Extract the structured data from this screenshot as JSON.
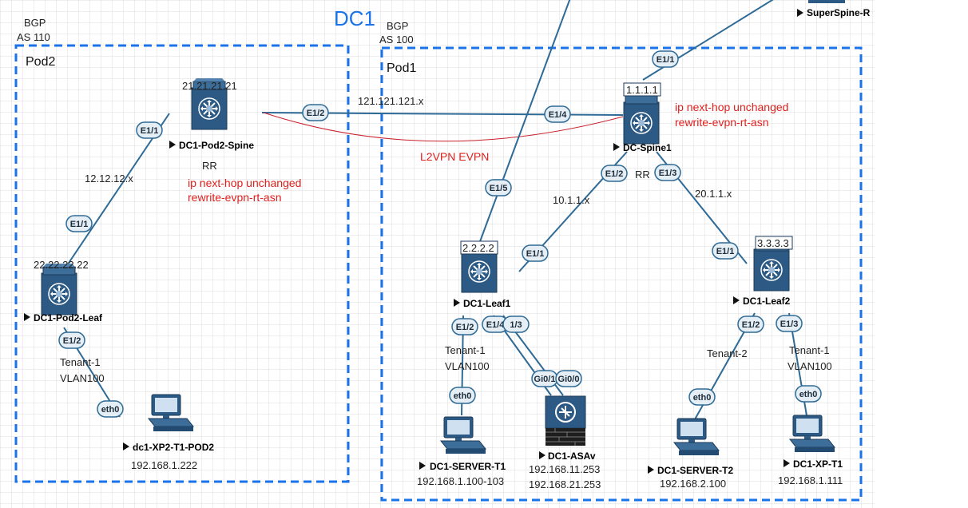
{
  "diagram": {
    "dc_title": "DC1",
    "pod2": {
      "title": "Pod2",
      "bgp_line1": "BGP",
      "bgp_line2": "AS 110"
    },
    "pod1": {
      "title": "Pod1",
      "bgp_line1": "BGP",
      "bgp_line2": "AS 100"
    },
    "devices": {
      "pod2_spine": {
        "name": "DC1-Pod2-Spine",
        "loopback": "21.21.21.21",
        "role": "RR"
      },
      "pod2_leaf": {
        "name": "DC1-Pod2-Leaf",
        "loopback": "22.22.22.22"
      },
      "spine1": {
        "name": "DC-Spine1",
        "loopback": "1.1.1.1",
        "role": "RR"
      },
      "leaf1": {
        "name": "DC1-Leaf1",
        "loopback": "2.2.2.2"
      },
      "leaf2": {
        "name": "DC1-Leaf2",
        "loopback": "3.3.3.3"
      },
      "superspine": {
        "name": "SuperSpine-R"
      },
      "asav": {
        "name": "DC1-ASAv",
        "ip1": "192.168.11.253",
        "ip2": "192.168.21.253"
      },
      "xp2_pod2": {
        "name": "dc1-XP2-T1-POD2",
        "ip": "192.168.1.222"
      },
      "server_t1": {
        "name": "DC1-SERVER-T1",
        "ip": "192.168.1.100-103"
      },
      "server_t2": {
        "name": "DC1-SERVER-T2",
        "ip": "192.168.2.100"
      },
      "xp_t1": {
        "name": "DC1-XP-T1",
        "ip": "192.168.1.111"
      }
    },
    "annotations": {
      "pod2_rr_line1": "ip next-hop unchanged",
      "pod2_rr_line2": "rewrite-evpn-rt-asn",
      "spine1_line1": "ip next-hop unchanged",
      "spine1_line2": "rewrite-evpn-rt-asn",
      "l2vpn": "L2VPN EVPN",
      "net_pod2": "12.12.12.x",
      "net_inter": "121.121.121.x",
      "net_leaf1": "10.1.1.x",
      "net_leaf2": "20.1.1.x",
      "tenant1_pod2": "Tenant-1",
      "vlan_pod2": "VLAN100",
      "tenant1_leaf1": "Tenant-1",
      "vlan_leaf1": "VLAN100",
      "tenant2_leaf2": "Tenant-2",
      "tenant1_leaf2": "Tenant-1",
      "vlan_leaf2": "VLAN100"
    },
    "interfaces": {
      "p2_spine_e11": "E1/1",
      "p2_leaf_e11": "E1/1",
      "p2_leaf_e12": "E1/2",
      "p2_pc_eth0": "eth0",
      "p2_spine_e12": "E1/2",
      "s1_e14": "E1/4",
      "s1_e11": "E1/1",
      "s1_e12": "E1/2",
      "s1_e13": "E1/3",
      "l1_e15": "E1/5",
      "l1_e11": "E1/1",
      "l1_e12": "E1/2",
      "l1_e14": "E1/4",
      "l1_e13": "1/3",
      "asa_gi01": "Gi0/1",
      "asa_gi00": "Gi0/0",
      "srv1_eth0": "eth0",
      "l2_e11": "E1/1",
      "l2_e12": "E1/2",
      "l2_e13": "E1/3",
      "srv2_eth0": "eth0",
      "xp_eth0": "eth0"
    },
    "colors": {
      "pod_border": "#1a73e8",
      "link": "#2e6a96",
      "annotation": "#e0201e",
      "title": "#1a73e8"
    }
  }
}
